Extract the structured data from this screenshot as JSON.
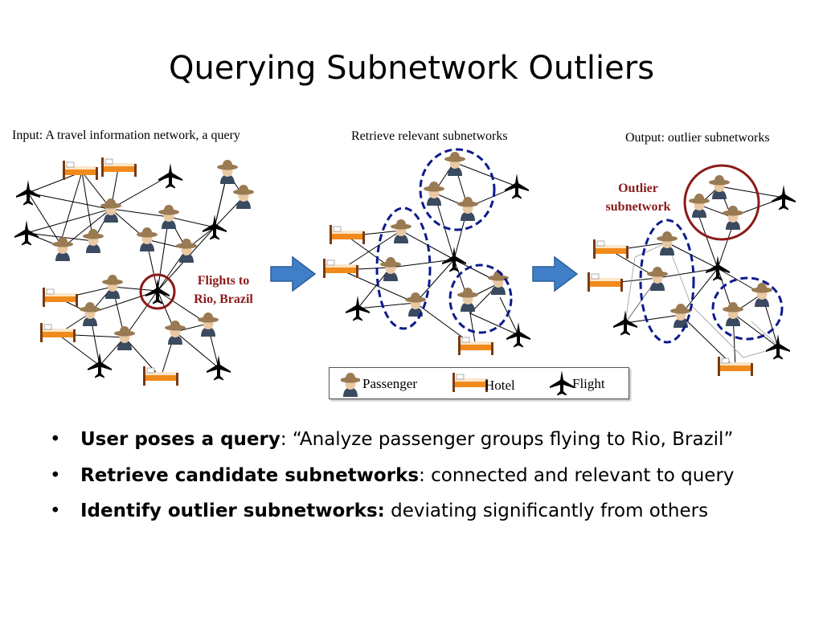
{
  "title": "Querying Subnetwork Outliers",
  "captions": {
    "input": "Input: A travel information network, a query",
    "retrieve": "Retrieve relevant subnetworks",
    "output": "Output: outlier subnetworks"
  },
  "labels": {
    "flights_line1": "Flights to",
    "flights_line2": "Rio, Brazil",
    "outlier_line1": "Outlier",
    "outlier_line2": "subnetwork"
  },
  "legend": {
    "passenger": "Passenger",
    "hotel": "Hotel",
    "flight": "Flight"
  },
  "bullets": [
    {
      "bold": "User poses a query",
      "rest": ": “Analyze passenger groups flying to Rio, Brazil”"
    },
    {
      "bold": "Retrieve candidate subnetworks",
      "rest": ": connected and relevant to query"
    },
    {
      "bold": "Identify outlier subnetworks:",
      "rest": " deviating significantly from others"
    }
  ],
  "colors": {
    "highlight_red": "#8b1a1a",
    "cluster_blue": "#0d1a8c",
    "arrow_blue": "#3f7fc7",
    "hotel_orange": "#f08a1c"
  },
  "icons": [
    "passenger-icon",
    "hotel-icon",
    "flight-icon",
    "right-arrow-icon"
  ]
}
